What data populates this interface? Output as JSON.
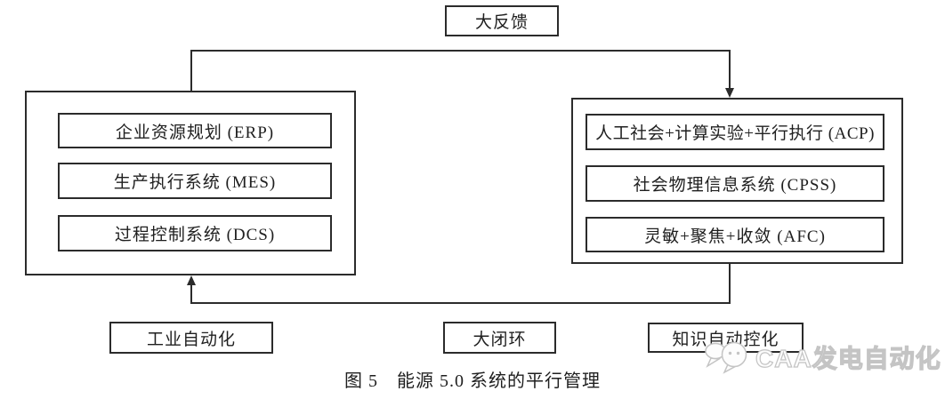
{
  "diagram": {
    "feedback_top_label": "大反馈",
    "left_system": {
      "items": [
        "企业资源规划 (ERP)",
        "生产执行系统 (MES)",
        "过程控制系统 (DCS)"
      ]
    },
    "right_system": {
      "items": [
        "人工社会+计算实验+平行执行 (ACP)",
        "社会物理信息系统 (CPSS)",
        "灵敏+聚焦+收敛 (AFC)"
      ]
    },
    "bottom_labels": {
      "left": "工业自动化",
      "center": "大闭环",
      "right": "知识自动控化"
    },
    "caption": "图 5　能源 5.0 系统的平行管理",
    "watermark": {
      "text": "CAA发电自动化",
      "logo": "speech-bubbles-icon"
    },
    "colors": {
      "line": "#2b2b2b",
      "background": "#ffffff",
      "text": "#1f1f1f",
      "watermark_fill": "#fdfdfd",
      "watermark_outline": "#c4c4c4"
    }
  }
}
